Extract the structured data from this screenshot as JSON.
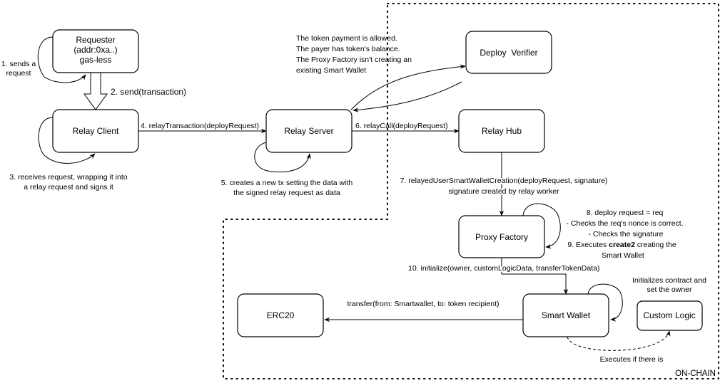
{
  "region_label": "ON-CHAIN",
  "nodes": {
    "requester": [
      "Requester",
      "(addr:0xa..)",
      "gas-less"
    ],
    "relay_client": "Relay Client",
    "relay_server": "Relay Server",
    "deploy_verifier": "Deploy  Verifier",
    "relay_hub": "Relay Hub",
    "proxy_factory": "Proxy Factory",
    "erc20": "ERC20",
    "smart_wallet": "Smart Wallet",
    "custom_logic": "Custom Logic"
  },
  "edges": {
    "e1": [
      "1. sends a",
      "request"
    ],
    "e2": "2. send(transaction)",
    "e3": [
      "3. receives request, wrapping it into",
      "a relay request and signs it"
    ],
    "e4": "4. relayTransaction(deployRequest)",
    "e5": [
      "5. creates a new tx setting the data with",
      "the signed relay request as data"
    ],
    "e6": "6. relayCall(deployRequest)",
    "verifier_note": [
      "The token payment is allowed.",
      "The payer has token's balance.",
      "The Proxy Factory isn't creating an",
      "existing Smart Wallet"
    ],
    "e7": [
      "7. relayedUserSmartWalletCreation(deployRequest, signature)",
      "signature created by relay worker"
    ],
    "e8": [
      "8. deploy request = req",
      "- Checks the req's nonce is correct.",
      "- Checks the signature"
    ],
    "e9_prefix": "9. Executes ",
    "e9_bold": "create2",
    "e9_suffix": " creating the",
    "e9_line2": "Smart Wallet",
    "e10": "10. initialize(owner, customLogicData, transferTokenData)",
    "init_note": [
      "Initializes contract and",
      "set the owner"
    ],
    "transfer": "transfer(from: Smartwallet, to: token recipient)",
    "custom_exec": "Executes if there is"
  }
}
